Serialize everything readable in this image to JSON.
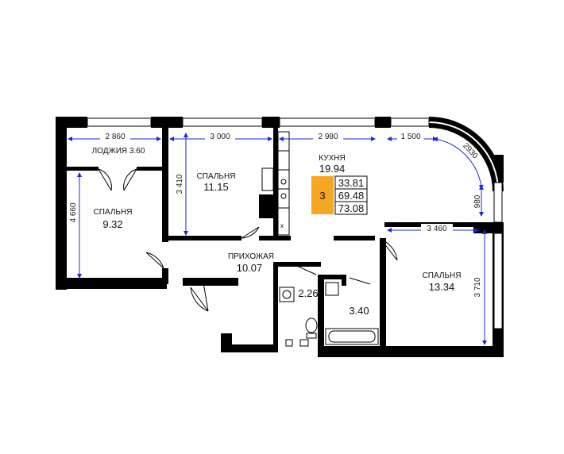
{
  "rooms": {
    "loggia": {
      "name": "ЛОДЖИЯ 3.60"
    },
    "bed1": {
      "name": "СПАЛЬНЯ",
      "area": "9.32"
    },
    "bed2": {
      "name": "СПАЛЬНЯ",
      "area": "11.15"
    },
    "kitchen": {
      "name": "КУХНЯ",
      "area": "19.94"
    },
    "hall": {
      "name": "ПРИХОЖАЯ",
      "area": "10.07"
    },
    "wc": {
      "area": "2.26"
    },
    "bath": {
      "area": "3.40"
    },
    "bed3": {
      "name": "СПАЛЬНЯ",
      "area": "13.34"
    }
  },
  "badge": {
    "rooms_count": "3",
    "living_area": "33.81",
    "total_area": "69.48",
    "total_with_loggia": "73.08",
    "accent_color": "#f5a623"
  },
  "dimensions": {
    "top_loggia": "2 860",
    "top_bed2": "3 000",
    "top_kitchen": "2 980",
    "top_kitchen2": "1 500",
    "arc": "2930",
    "right_980": "980",
    "bed3_width": "3 460",
    "bed3_height": "3 710",
    "bed1_height": "4 660",
    "bed2_height": "3 410"
  },
  "colors": {
    "wall": "#000000",
    "dimension_line": "#1a2bd6"
  }
}
